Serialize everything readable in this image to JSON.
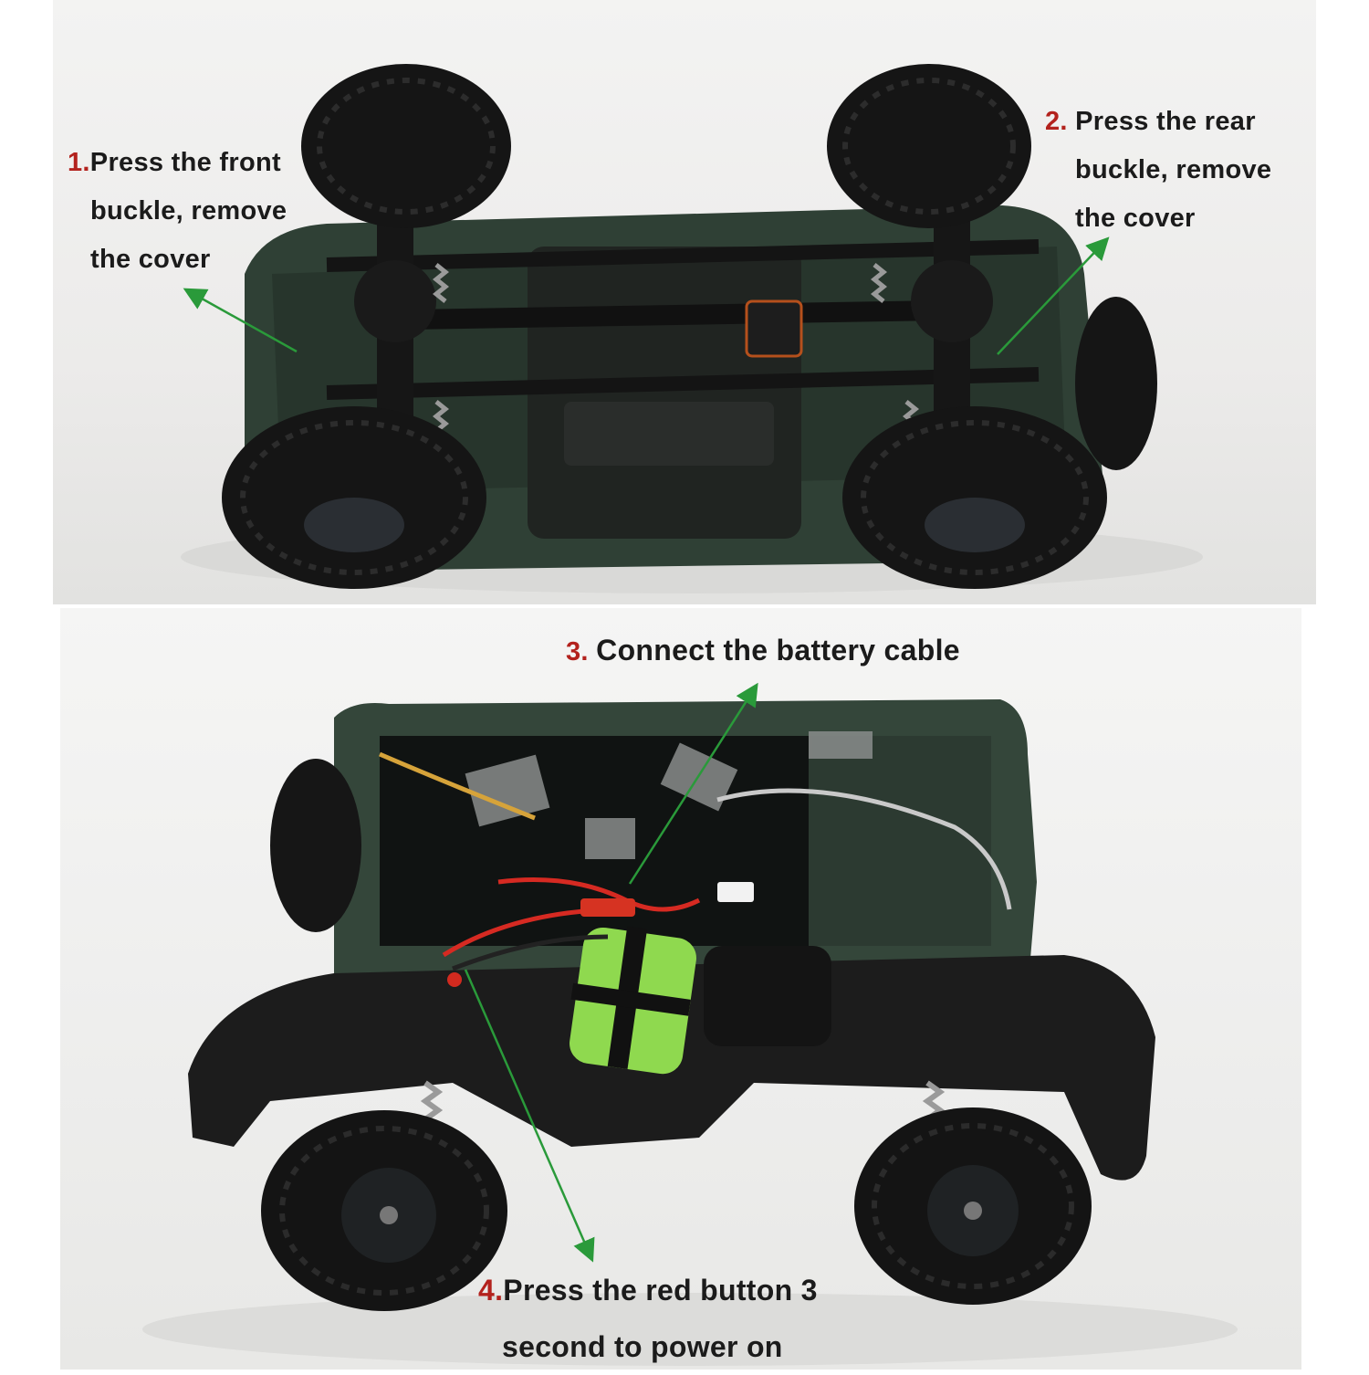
{
  "steps": [
    {
      "number": "1.",
      "lines": [
        "Press the front",
        "buckle, remove",
        "the cover"
      ]
    },
    {
      "number": "2.",
      "lines": [
        "Press the rear",
        "buckle, remove",
        "the cover"
      ]
    },
    {
      "number": "3.",
      "lines": [
        "Connect the battery cable"
      ]
    },
    {
      "number": "4.",
      "lines": [
        "Press the red button 3",
        "second to power on"
      ]
    }
  ],
  "colors": {
    "step_number": "#b3221d",
    "label_text": "#1b1b1b",
    "arrow": "#2a9a3a",
    "car_body": "#2e3f33",
    "chassis": "#1c1c1c",
    "battery": "#8fd94f"
  },
  "icons": [
    "arrow-icon",
    "rc-car-underside-photo",
    "rc-car-battery-bay-photo"
  ]
}
